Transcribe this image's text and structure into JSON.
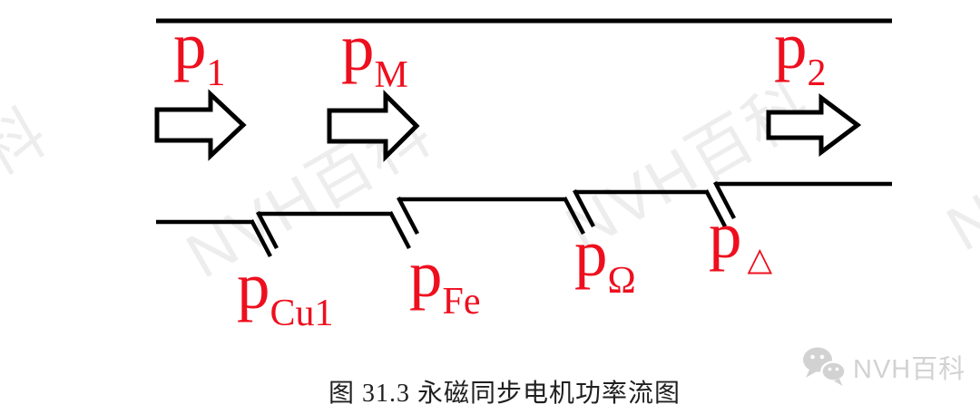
{
  "figure": {
    "caption": "图 31.3 永磁同步电机功率流图",
    "watermark_text": "NVH百科",
    "logo_text": "NVH百科",
    "colors": {
      "flow_label_red": "#ee0f1e",
      "line_black": "#000000",
      "watermark_gray": "#ededed",
      "logo_gray": "#d2d2d2",
      "caption_dark": "#1f1f1f"
    },
    "flow_labels": {
      "p1": {
        "main": "p",
        "sub": "1"
      },
      "pM": {
        "main": "p",
        "sub": "M"
      },
      "p2": {
        "main": "p",
        "sub": "2"
      },
      "pCu1": {
        "main": "p",
        "sub": "Cu1"
      },
      "pFe": {
        "main": "p",
        "sub": "Fe"
      },
      "pOmega": {
        "main": "p",
        "sub": "Ω"
      },
      "pDelta": {
        "main": "p",
        "sub": "△"
      }
    }
  }
}
